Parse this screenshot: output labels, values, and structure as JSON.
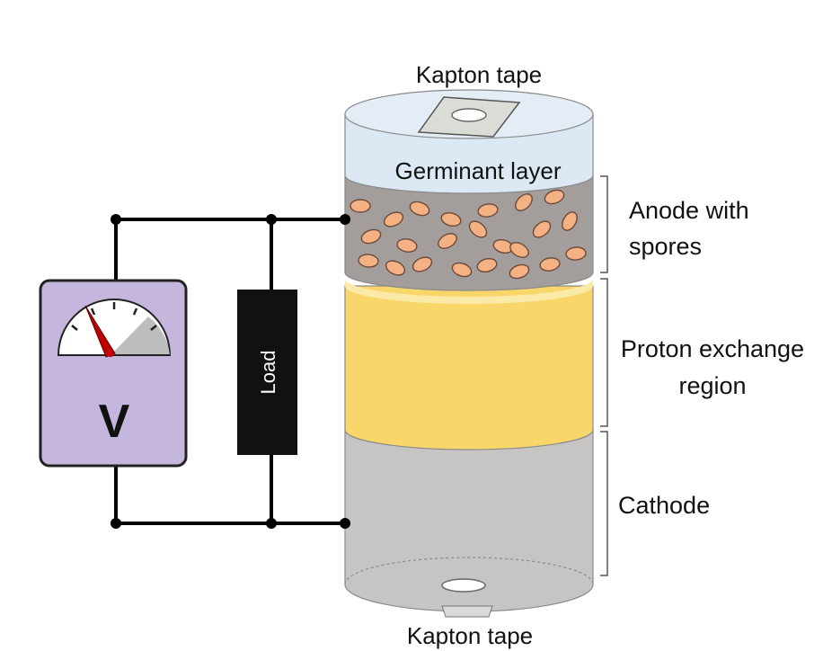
{
  "labels": {
    "kapton_top": "Kapton tape",
    "kapton_bottom": "Kapton tape",
    "germinant": "Germinant layer",
    "anode_line1": "Anode with",
    "anode_line2": "spores",
    "proton_line1": "Proton exchange",
    "proton_line2": "region",
    "cathode": "Cathode",
    "load": "Load",
    "voltmeter": "V"
  },
  "colors": {
    "germinant": "#dce9f4",
    "anode": "#a39e9b",
    "spore": "#f4b183",
    "proton": "#f9d66a",
    "cathode": "#c7c5c4",
    "voltmeter": "#c5b6de",
    "load": "#111111",
    "needle": "#c00000"
  }
}
